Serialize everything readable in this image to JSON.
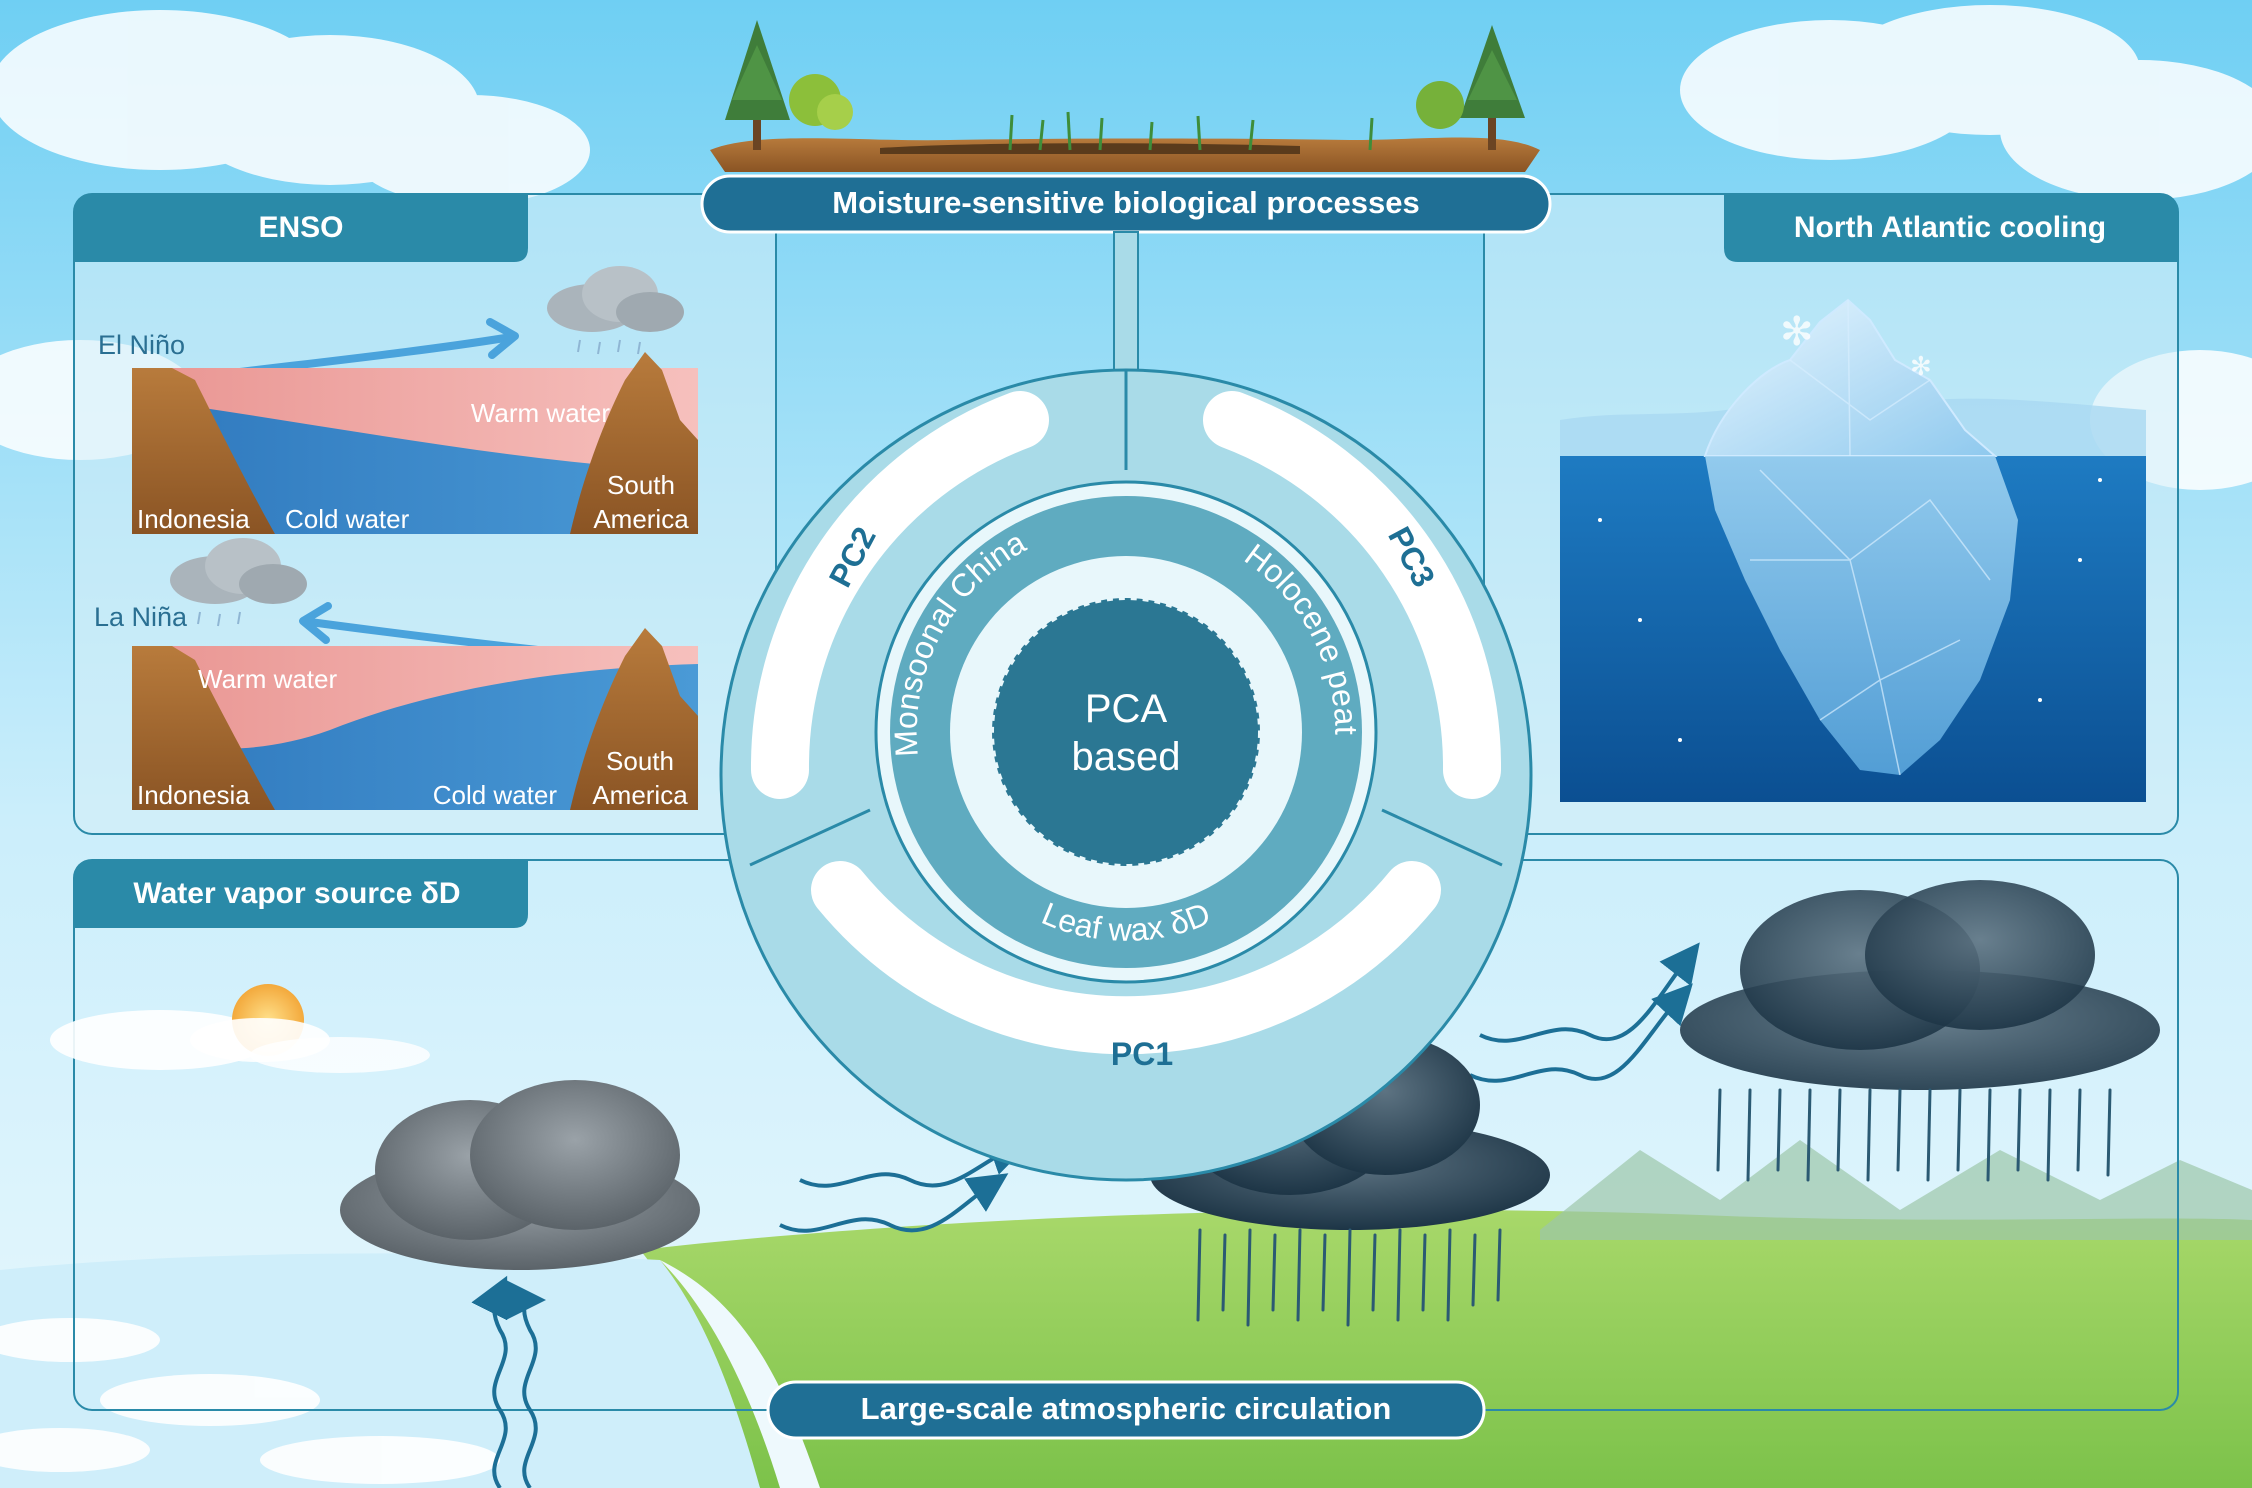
{
  "top_banner": "Moisture-sensitive biological processes",
  "bottom_banner": "Large-scale atmospheric circulation",
  "panels": {
    "enso": {
      "title": "ENSO",
      "el_nino": {
        "label": "El Niño",
        "warm": "Warm water",
        "cold": "Cold water",
        "west": "Indonesia",
        "east_line1": "South",
        "east_line2": "America"
      },
      "la_nina": {
        "label": "La Niña",
        "warm": "Warm water",
        "cold": "Cold water",
        "west": "Indonesia",
        "east_line1": "South",
        "east_line2": "America"
      }
    },
    "north_atlantic": {
      "title": "North Atlantic cooling"
    },
    "water_vapor": {
      "title": "Water vapor source δD"
    }
  },
  "center": {
    "core_line1": "PCA",
    "core_line2": "based",
    "inner_ring": {
      "left": "Monsoonal China",
      "right": "Holocene peat",
      "bottom": "Leaf wax δD"
    },
    "outer_ring": {
      "pc1": "PC1",
      "pc2": "PC2",
      "pc3": "PC3"
    }
  },
  "colors": {
    "banner": "#1f6f95",
    "panel_tab": "#2a8aa8",
    "ring_outer": "#a9dbe8",
    "ring_inner": "#5fabc0",
    "core": "#2b7793",
    "warm_water": "#f0a7a4",
    "cold_water": "#3b86c5",
    "ocean_deep": "#0f5aa0"
  }
}
